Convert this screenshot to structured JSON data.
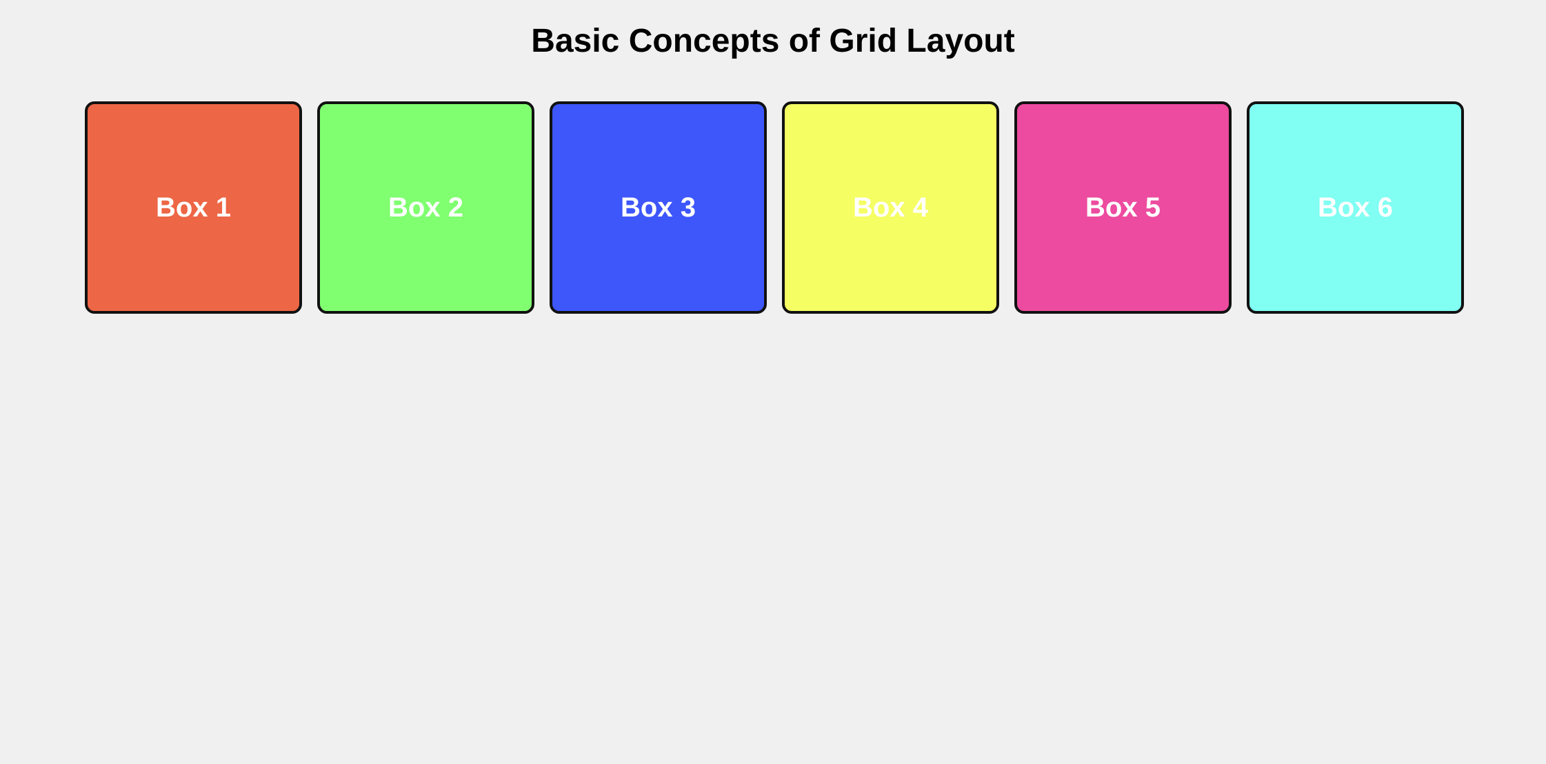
{
  "page": {
    "title": "Basic Concepts of Grid Layout",
    "background_color": "#f0f0f0"
  },
  "grid": {
    "boxes": [
      {
        "label": "Box 1",
        "color": "#ed6645"
      },
      {
        "label": "Box 2",
        "color": "#80ff70"
      },
      {
        "label": "Box 3",
        "color": "#3d57fb"
      },
      {
        "label": "Box 4",
        "color": "#f5ff63"
      },
      {
        "label": "Box 5",
        "color": "#ed4b9f"
      },
      {
        "label": "Box 6",
        "color": "#80fff2"
      }
    ],
    "label_color": "#ffffff",
    "border_color": "#111111"
  }
}
